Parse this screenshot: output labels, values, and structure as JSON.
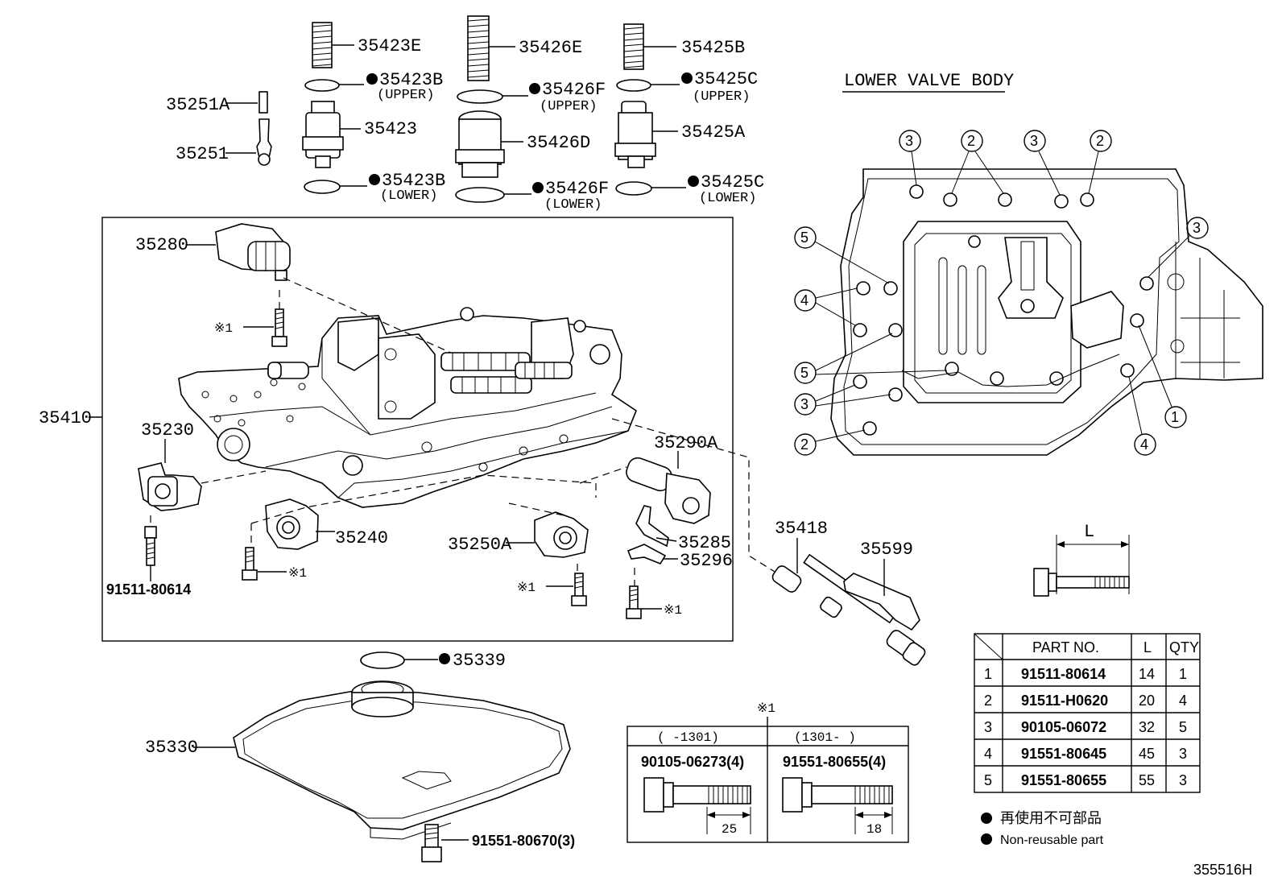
{
  "title": "LOWER VALVE BODY",
  "figure_id": "355516H",
  "part_labels": {
    "p35423E": "35423E",
    "p35426E": "35426E",
    "p35425B": "35425B",
    "p35423B_up": "35423B",
    "p35423B_up_note": "(UPPER)",
    "p35426F_up": "35426F",
    "p35426F_up_note": "(UPPER)",
    "p35425C_up": "35425C",
    "p35425C_up_note": "(UPPER)",
    "p35251A": "35251A",
    "p35251": "35251",
    "p35423": "35423",
    "p35426D": "35426D",
    "p35425A": "35425A",
    "p35423B_lo": "35423B",
    "p35423B_lo_note": "(LOWER)",
    "p35426F_lo": "35426F",
    "p35426F_lo_note": "(LOWER)",
    "p35425C_lo": "35425C",
    "p35425C_lo_note": "(LOWER)",
    "p35280": "35280",
    "p35410": "35410",
    "p35230": "35230",
    "p35240": "35240",
    "p91511_80614": "91511-80614",
    "p35290A": "35290A",
    "p35285": "35285",
    "p35296": "35296",
    "p35250A": "35250A",
    "p35418": "35418",
    "p35599": "35599",
    "p35339": "35339",
    "p35330": "35330",
    "p91551_80670": "91551-80670(3)",
    "ref_mark": "※1",
    "L_dim": "L"
  },
  "bolt_ref_box": {
    "mark": "※1",
    "col1_range": "(   -1301)",
    "col2_range": "(1301-   )",
    "col1_part": "90105-06273(4)",
    "col2_part": "91551-80655(4)",
    "col1_len": "25",
    "col2_len": "18"
  },
  "bolt_table": {
    "headers": [
      "",
      "PART NO.",
      "L",
      "QTY"
    ],
    "rows": [
      [
        "1",
        "91511-80614",
        "14",
        "1"
      ],
      [
        "2",
        "91511-H0620",
        "20",
        "4"
      ],
      [
        "3",
        "90105-06072",
        "32",
        "5"
      ],
      [
        "4",
        "91551-80645",
        "45",
        "3"
      ],
      [
        "5",
        "91551-80655",
        "55",
        "3"
      ]
    ]
  },
  "legend": {
    "jp": "再使用不可部品",
    "en": "Non-reusable part"
  },
  "callouts": {
    "c1": "1",
    "c2": "2",
    "c3": "3",
    "c4": "4",
    "c5": "5"
  }
}
